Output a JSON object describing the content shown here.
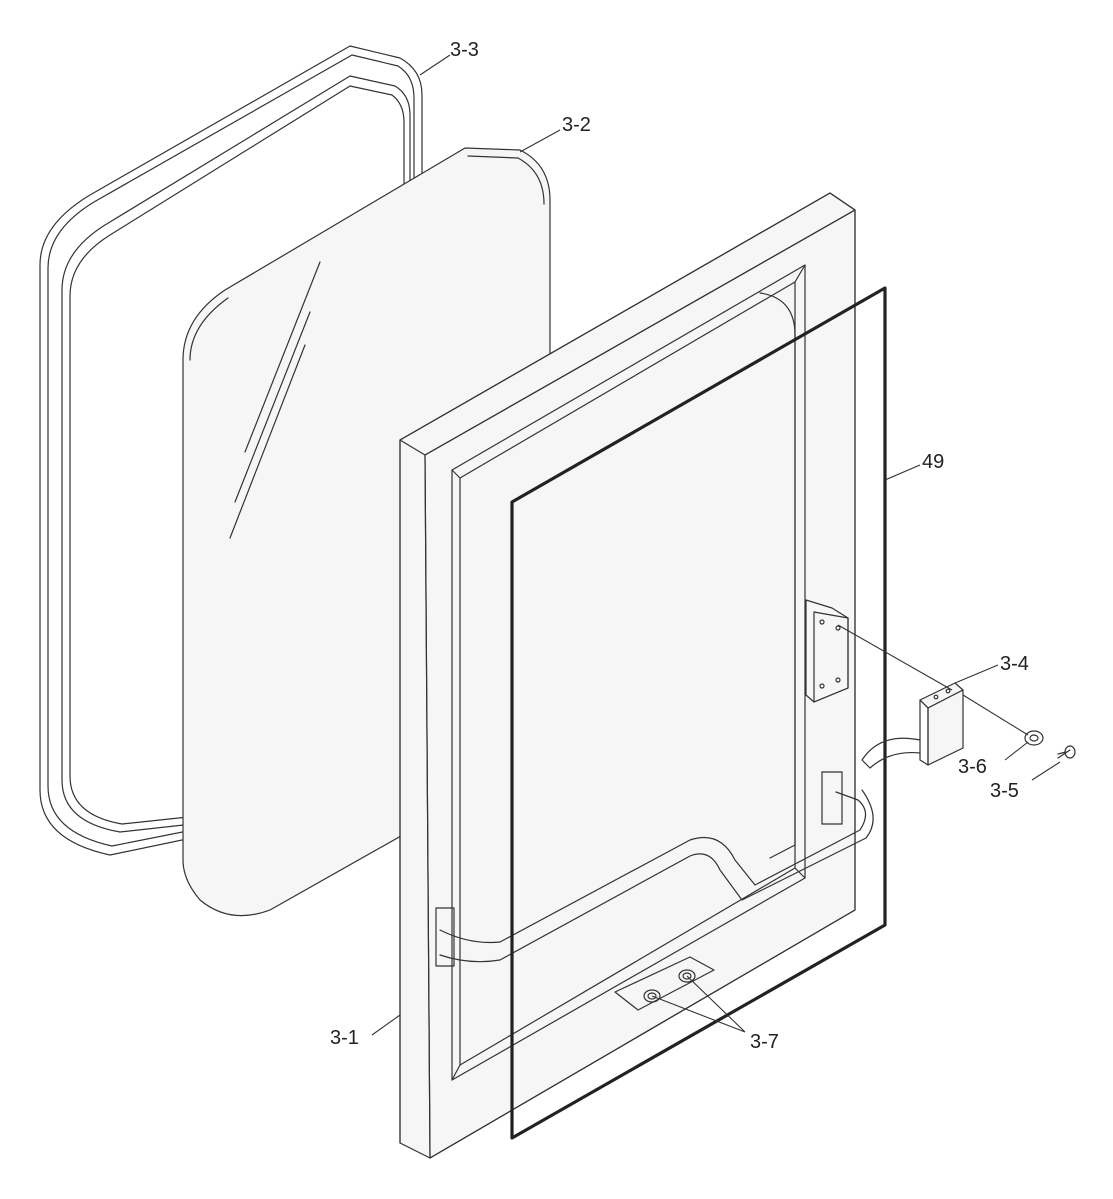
{
  "labels": {
    "seal": "3-3",
    "glass": "3-2",
    "door_frame": "3-1",
    "outer_panel": "49",
    "latch": "3-4",
    "washer": "3-6",
    "screw": "3-5",
    "bolts": "3-7"
  },
  "colors": {
    "line": "#333333",
    "background": "#ffffff"
  }
}
